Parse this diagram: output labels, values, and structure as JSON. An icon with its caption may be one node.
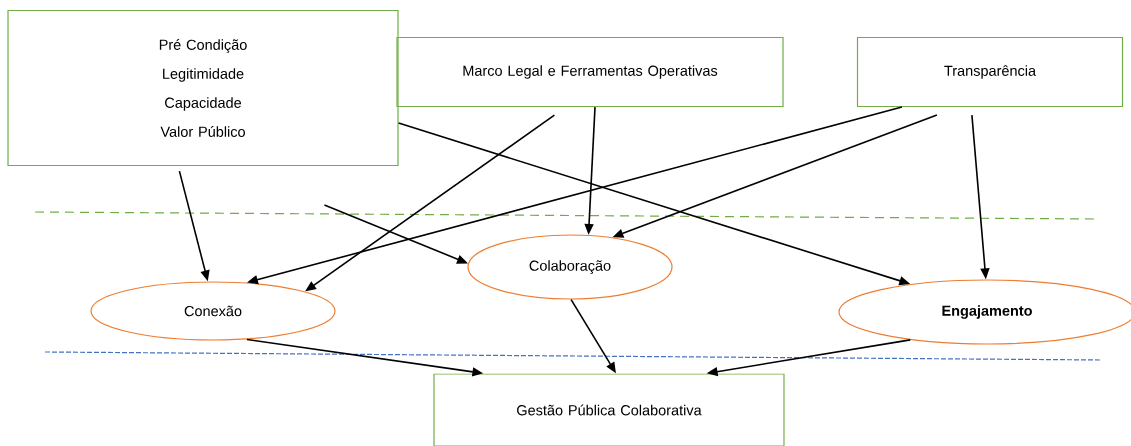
{
  "diagram": {
    "nodes": [
      {
        "text": [
          "Pré Condição",
          "Legitimidade",
          "Capacidade",
          "Valor Público"
        ]
      },
      {
        "text": [
          "Marco Legal e Ferramentas Operativas"
        ]
      },
      {
        "text": [
          "Transparência"
        ]
      },
      {
        "text": [
          "Colaboração"
        ]
      },
      {
        "text": [
          "Conexão"
        ]
      },
      {
        "text": [
          "Engajamento"
        ]
      },
      {
        "text": [
          "Gestão Pública Colaborativa"
        ]
      }
    ],
    "edges": [
      {
        "from": 0,
        "to": 4,
        "arrow": "to"
      },
      {
        "from": 0,
        "to": 5,
        "arrow": "to"
      },
      {
        "from": 0,
        "to": 3,
        "arrow": "to"
      },
      {
        "from": 1,
        "to": 4,
        "arrow": "to"
      },
      {
        "from": 1,
        "to": 3,
        "arrow": "to"
      },
      {
        "from": 2,
        "to": 4,
        "arrow": "to"
      },
      {
        "from": 2,
        "to": 3,
        "arrow": "to"
      },
      {
        "from": 2,
        "to": 5,
        "arrow": "to"
      },
      {
        "from": 4,
        "to": 6,
        "arrow": "to"
      },
      {
        "from": 3,
        "to": 6,
        "arrow": "to"
      },
      {
        "from": 5,
        "to": 6,
        "arrow": "to"
      }
    ]
  }
}
